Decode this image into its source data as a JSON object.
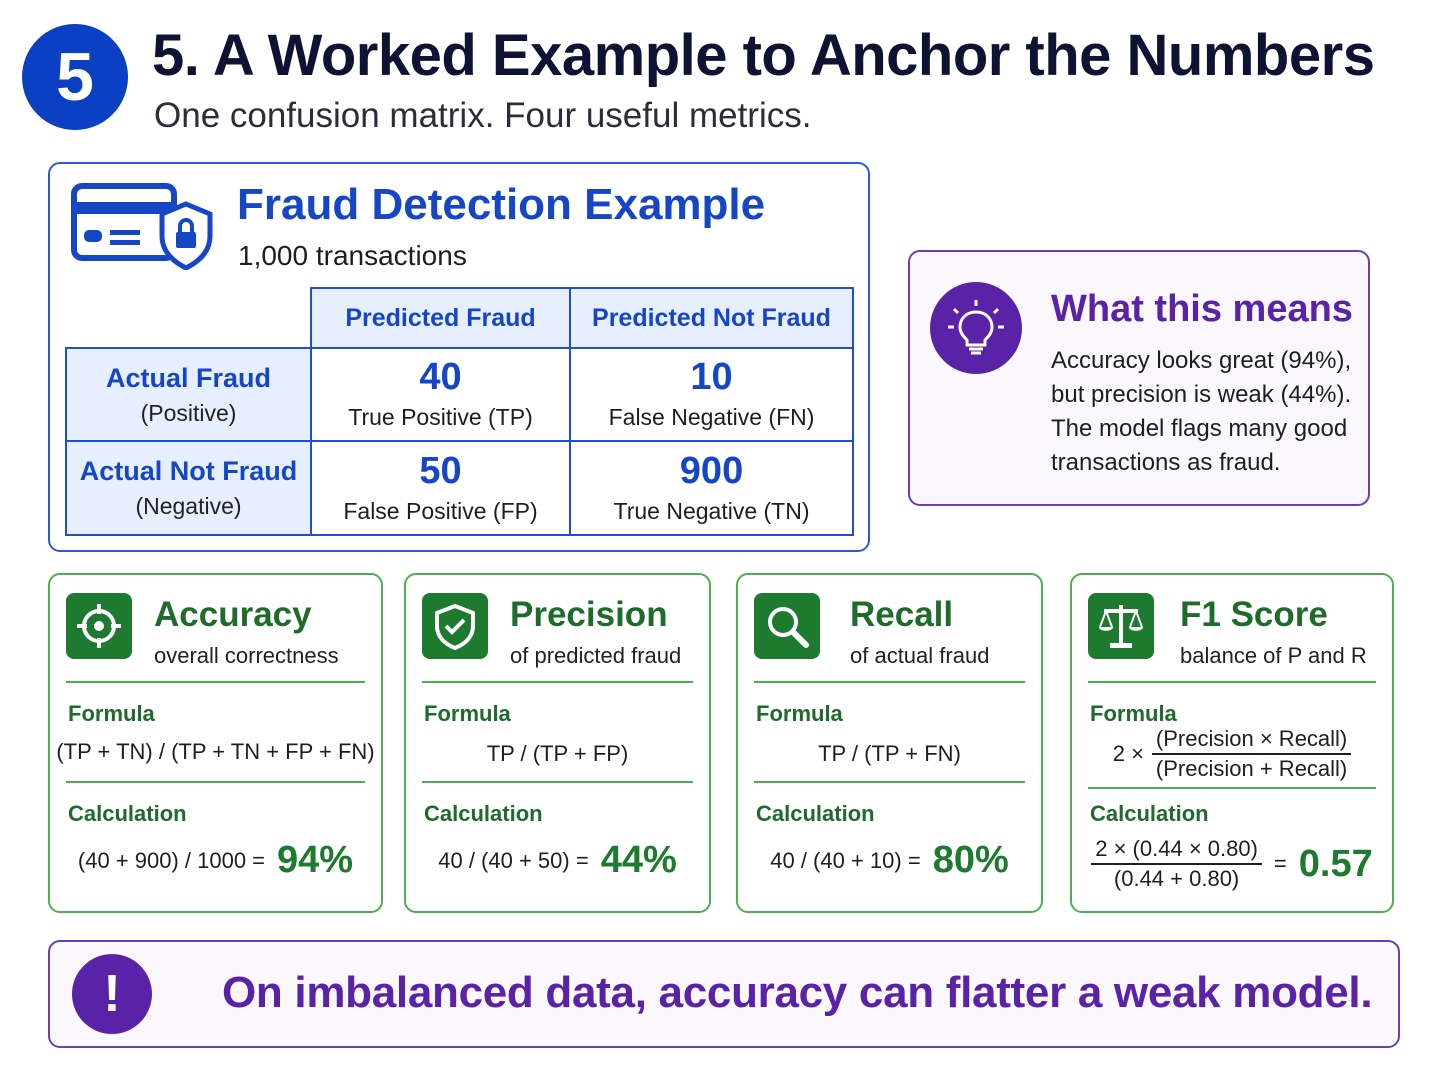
{
  "header": {
    "step_number": "5",
    "title": "5. A Worked Example to Anchor the Numbers",
    "subtitle": "One confusion matrix. Four useful metrics."
  },
  "fraud_panel": {
    "icon": "credit-card-shield-lock-icon",
    "title": "Fraud Detection Example",
    "subtitle": "1,000 transactions",
    "matrix": {
      "col_headers": [
        "Predicted Fraud",
        "Predicted Not Fraud"
      ],
      "rows": [
        {
          "label": "Actual Fraud",
          "sublabel": "(Positive)",
          "cells": [
            {
              "value": "40",
              "label": "True Positive (TP)"
            },
            {
              "value": "10",
              "label": "False Negative (FN)"
            }
          ]
        },
        {
          "label": "Actual Not Fraud",
          "sublabel": "(Negative)",
          "cells": [
            {
              "value": "50",
              "label": "False Positive (FP)"
            },
            {
              "value": "900",
              "label": "True Negative (TN)"
            }
          ]
        }
      ]
    }
  },
  "meaning": {
    "icon": "lightbulb-icon",
    "title": "What this means",
    "text": "Accuracy looks great (94%), but precision is weak (44%). The model flags many good transactions as fraud."
  },
  "metrics": [
    {
      "icon": "target-icon",
      "title": "Accuracy",
      "subtitle": "overall correctness",
      "formula_label": "Formula",
      "formula": "(TP + TN) / (TP + TN + FP + FN)",
      "calc_label": "Calculation",
      "calc_expr": "(40 + 900) / 1000 =",
      "result": "94%"
    },
    {
      "icon": "shield-check-icon",
      "title": "Precision",
      "subtitle": "of predicted fraud",
      "formula_label": "Formula",
      "formula": "TP / (TP + FP)",
      "calc_label": "Calculation",
      "calc_expr": "40 / (40 + 50) =",
      "result": "44%"
    },
    {
      "icon": "magnifier-icon",
      "title": "Recall",
      "subtitle": "of actual fraud",
      "formula_label": "Formula",
      "formula": "TP / (TP + FN)",
      "calc_label": "Calculation",
      "calc_expr": "40 / (40 + 10) =",
      "result": "80%"
    },
    {
      "icon": "balance-scale-icon",
      "title": "F1 Score",
      "subtitle": "balance of P and R",
      "formula_label": "Formula",
      "formula_prefix": "2 ×",
      "formula_num": "(Precision × Recall)",
      "formula_den": "(Precision + Recall)",
      "calc_label": "Calculation",
      "calc_num": "2 × (0.44 × 0.80)",
      "calc_den": "(0.44 + 0.80)",
      "calc_eq": "=",
      "result": "0.57"
    }
  ],
  "banner": {
    "icon": "exclamation-icon",
    "mark": "!",
    "text": "On imbalanced data, accuracy can flatter a weak model."
  },
  "colors": {
    "blue": "#1446c7",
    "green": "#1e7a2e",
    "purple": "#5a22a6"
  }
}
